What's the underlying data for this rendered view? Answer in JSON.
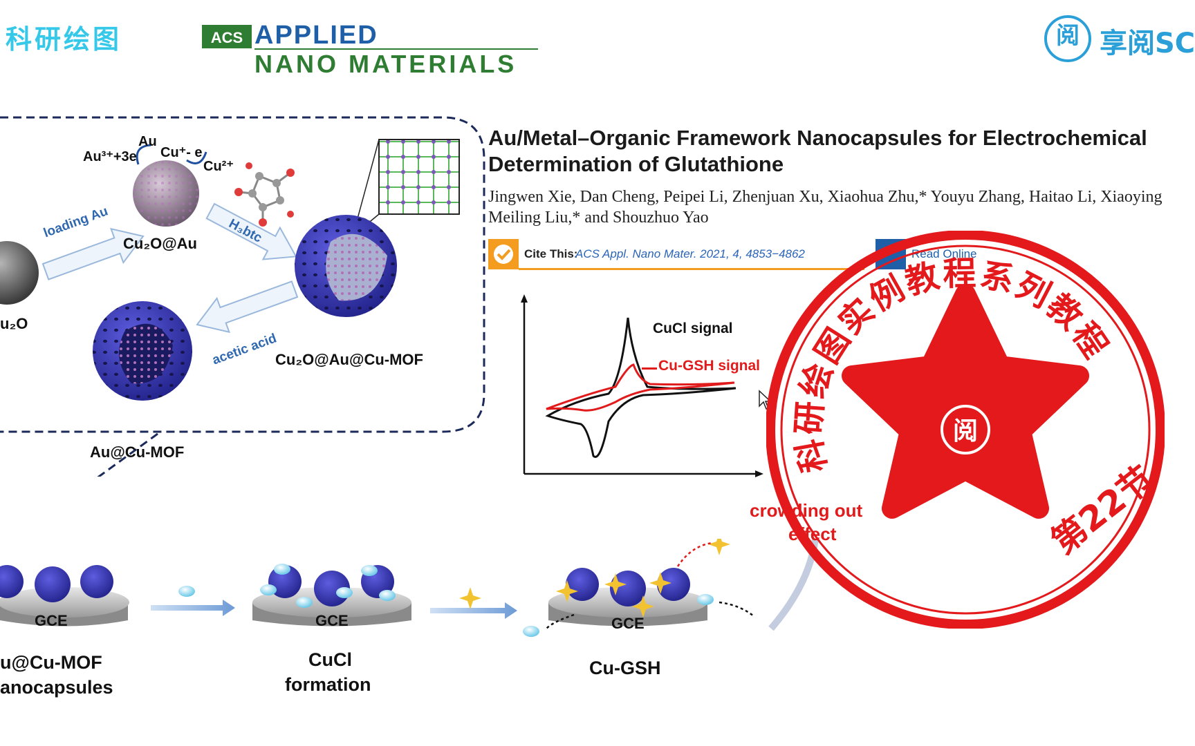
{
  "header": {
    "watermark_left": "科研绘图",
    "journal_badge": "ACS",
    "journal_line1": "APPLIED",
    "journal_line2": "NANO MATERIALS",
    "brand_right": "享阅SCI",
    "brand_logo_glyph": "阅",
    "brand_logo_small": "SCI"
  },
  "paper": {
    "title_line1": "Au/Metal–Organic Framework Nanocapsules for Electrochemical",
    "title_line2": "Determination of Glutathione",
    "authors_line1": "Jingwen Xie, Dan Cheng, Peipei Li, Zhenjuan Xu, Xiaohua Zhu,* Youyu Zhang, Haitao Li, Xiaoying",
    "authors_line2": "Meiling Liu,* and Shouzhuo Yao",
    "cite_label": "Cite This:",
    "cite_ref": "ACS Appl. Nano Mater. 2021, 4, 4853−4862",
    "read_online": "Read Online"
  },
  "scheme": {
    "au_reaction": "Au³⁺+3e",
    "au_label": "Au",
    "cu_reaction": "Cu⁺- e",
    "cu2_label": "Cu²⁺",
    "loading_arrow": "loading Au",
    "h3btc_arrow": "H₃btc",
    "acetic_arrow": "acetic acid",
    "cu2o_label": "u₂O",
    "cu2o_au_label": "Cu₂O@Au",
    "cu2o_au_mof_label": "Cu₂O@Au@Cu-MOF",
    "au_mof_label": "Au@Cu-MOF",
    "gce": "GCE",
    "step1_line1": "u@Cu-MOF",
    "step1_line2": "anocapsules",
    "step2_line1": "CuCl",
    "step2_line2": "formation",
    "step3": "Cu-GSH",
    "crowding_line1": "crowding out",
    "crowding_line2": "effect"
  },
  "chart_data": {
    "type": "line",
    "title": "",
    "xlabel": "",
    "ylabel": "",
    "grid": false,
    "series": [
      {
        "name": "CuCl signal",
        "color": "#000000"
      },
      {
        "name": "Cu-GSH signal",
        "color": "#e11b1b"
      }
    ]
  },
  "stamp": {
    "ring_text": "科研绘图实例教程系列教程",
    "section": "第22节",
    "color": "#e3191c"
  },
  "colors": {
    "mof_blue": "#3b3bb8",
    "acs_green": "#2e7d32",
    "stamp_red": "#e3191c",
    "title_cyan": "#35c8e8"
  }
}
